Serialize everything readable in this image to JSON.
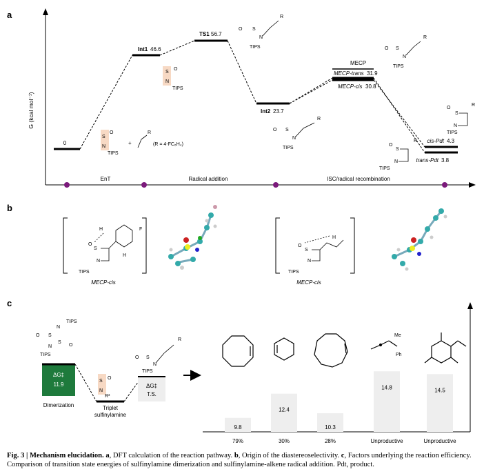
{
  "panel_a": {
    "label": "a",
    "ylabel": "G (kcal mol⁻¹)",
    "levels": [
      {
        "name": "",
        "value": "0"
      },
      {
        "name": "Int1",
        "value": "46.6"
      },
      {
        "name": "TS1",
        "value": "56.7"
      },
      {
        "name": "Int2",
        "value": "23.7"
      },
      {
        "name": "MECP",
        "value": ""
      },
      {
        "name": "MECP-trans",
        "value": "31.9"
      },
      {
        "name": "MECP-cis",
        "value": "30.8"
      },
      {
        "name": "cis-Pdt",
        "value": "4.3"
      },
      {
        "name": "trans-Pdt",
        "value": "3.8"
      }
    ],
    "stages": [
      "EnT",
      "Radical addition",
      "ISC/radical recombination"
    ],
    "plus": "+",
    "note": "(R = 4-FC₆H₄)"
  },
  "panel_b": {
    "label": "b",
    "structures": [
      "MECP-cis",
      "MECP-cis"
    ]
  },
  "panel_c": {
    "label": "c",
    "dimer_dg_label": "ΔG‡",
    "dimer_value": "11.9",
    "dimer_label": "Dimerization",
    "triplet_label_1": "Triplet",
    "triplet_label_2": "sulfinylamine",
    "ts_dg_label": "ΔG‡",
    "ts_label": "T.S.",
    "bar_values": [
      9.8,
      12.4,
      10.3,
      14.8,
      14.5
    ],
    "bar_outcomes": [
      "79%",
      "30%",
      "28%",
      "Unproductive",
      "Unproductive"
    ],
    "substrates": [
      "cyclooctene",
      "cyclohexene",
      "cyclononene",
      "allene",
      "mesityl-alkene"
    ]
  },
  "caption": {
    "fig": "Fig. 3 |",
    "title": "Mechanism elucidation.",
    "a": "a",
    "a_text": ", DFT calculation of the reaction pathway.",
    "b": "b",
    "b_text": ", Origin of the diastereoselectivity.",
    "c": "c",
    "c_text": ", Factors underlying the reaction efficiency. Comparison of transition state energies of sulfinylamine dimerization and sulfinylamine-alkene radical addition. Pdt, product."
  },
  "colors": {
    "marker": "#7b1a7b",
    "highlight": "#f7d9c4",
    "dimer_bar": "#1e7a3c",
    "gray_bar": "#eeeeee"
  }
}
